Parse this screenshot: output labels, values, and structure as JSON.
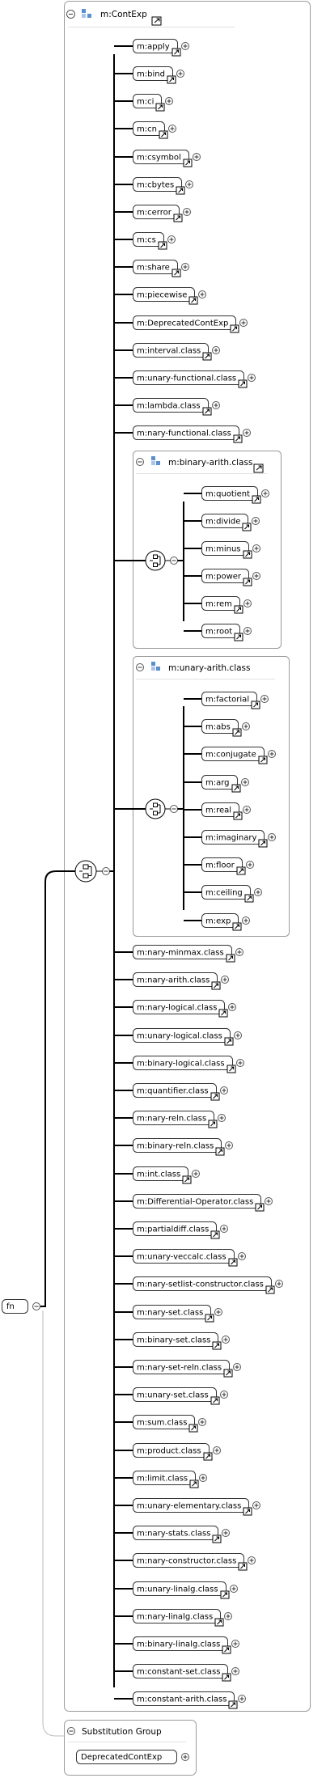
{
  "root": {
    "label": "fn"
  },
  "group": {
    "title": "m:ContExp"
  },
  "elements": [
    "m:apply",
    "m:bind",
    "m:ci",
    "m:cn",
    "m:csymbol",
    "m:cbytes",
    "m:cerror",
    "m:cs",
    "m:share",
    "m:piecewise",
    "m:DeprecatedContExp",
    "m:interval.class",
    "m:unary-functional.class",
    "m:lambda.class",
    "m:nary-functional.class"
  ],
  "binary_arith": {
    "title": "m:binary-arith.class",
    "elements": [
      "m:quotient",
      "m:divide",
      "m:minus",
      "m:power",
      "m:rem",
      "m:root"
    ]
  },
  "unary_arith": {
    "title": "m:unary-arith.class",
    "elements": [
      "m:factorial",
      "m:abs",
      "m:conjugate",
      "m:arg",
      "m:real",
      "m:imaginary",
      "m:floor",
      "m:ceiling",
      "m:exp"
    ]
  },
  "elements_after": [
    "m:nary-minmax.class",
    "m:nary-arith.class",
    "m:nary-logical.class",
    "m:unary-logical.class",
    "m:binary-logical.class",
    "m:quantifier.class",
    "m:nary-reln.class",
    "m:binary-reln.class",
    "m:int.class",
    "m:Differential-Operator.class",
    "m:partialdiff.class",
    "m:unary-veccalc.class",
    "m:nary-setlist-constructor.class",
    "m:nary-set.class",
    "m:binary-set.class",
    "m:nary-set-reln.class",
    "m:unary-set.class",
    "m:sum.class",
    "m:product.class",
    "m:limit.class",
    "m:unary-elementary.class",
    "m:nary-stats.class",
    "m:nary-constructor.class",
    "m:unary-linalg.class",
    "m:nary-linalg.class",
    "m:binary-linalg.class",
    "m:constant-set.class",
    "m:constant-arith.class"
  ],
  "substitution": {
    "title": "Substitution Group",
    "element": "DeprecatedContExp"
  }
}
